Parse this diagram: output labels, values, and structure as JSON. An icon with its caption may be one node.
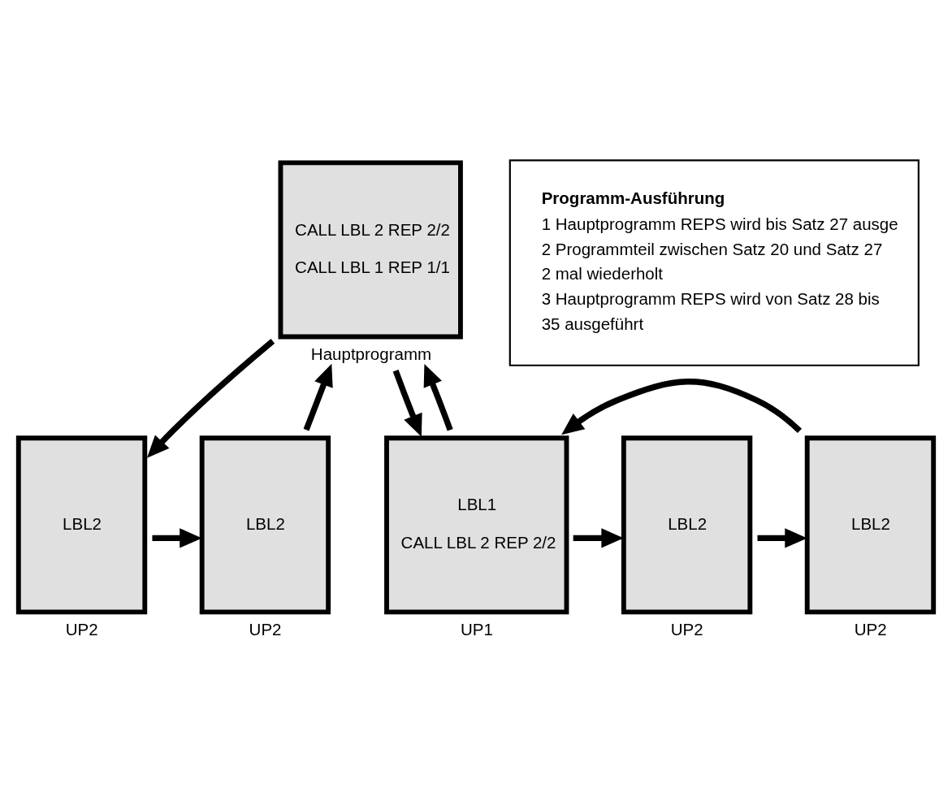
{
  "diagram": {
    "nodes": [
      {
        "text": [
          "CALL LBL 2 REP 2/2",
          "CALL LBL 1 REP 1/1"
        ],
        "beside": [
          "Hauptprogramm"
        ]
      },
      {
        "text": [
          "LBL2"
        ],
        "beside": [
          "UP2"
        ]
      },
      {
        "text": [
          "LBL2"
        ],
        "beside": [
          "UP2"
        ]
      },
      {
        "text": [
          "LBL1",
          "CALL LBL 2 REP 2/2"
        ],
        "beside": [
          "UP1"
        ]
      },
      {
        "text": [
          "LBL2"
        ],
        "beside": [
          "UP2"
        ]
      },
      {
        "text": [
          "LBL2"
        ],
        "beside": [
          "UP2"
        ]
      },
      {
        "text": [
          "Programm-Ausführung",
          "1 Hauptprogramm REPS wird bis Satz 27 ausge",
          "2 Programmteil zwischen Satz 20 und Satz 27",
          "2 mal wiederholt",
          "3 Hauptprogramm REPS wird von Satz 28 bis",
          "35 ausgeführt"
        ]
      }
    ],
    "edges": [
      {
        "from": 0,
        "to": 1,
        "arrow": "to"
      },
      {
        "from": 1,
        "to": 2,
        "arrow": "to"
      },
      {
        "from": 2,
        "to": 0,
        "arrow": "to"
      },
      {
        "from": 0,
        "to": 3,
        "arrow": "to"
      },
      {
        "from": 3,
        "to": 4,
        "arrow": "to"
      },
      {
        "from": 4,
        "to": 5,
        "arrow": "to"
      },
      {
        "from": 5,
        "to": 3,
        "arrow": "to"
      },
      {
        "from": 3,
        "to": 0,
        "arrow": "to"
      }
    ]
  }
}
